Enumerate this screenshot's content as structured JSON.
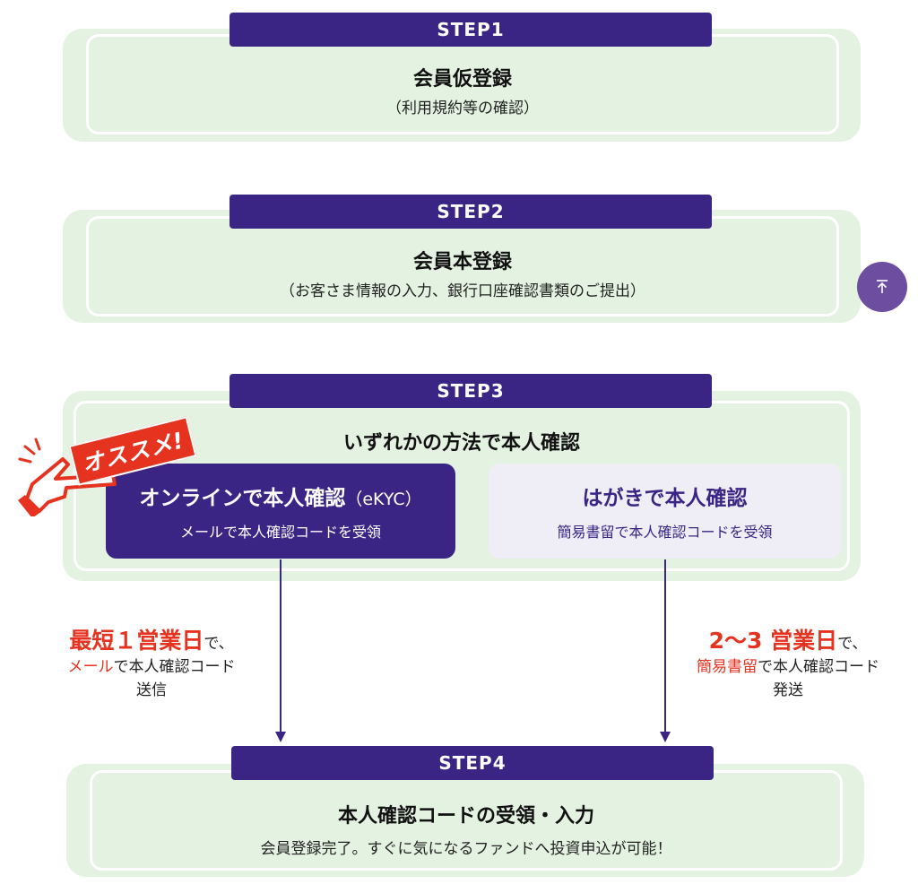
{
  "step1": {
    "label": "STEP1",
    "title": "会員仮登録",
    "subtitle": "（利用規約等の確認）"
  },
  "step2": {
    "label": "STEP2",
    "title": "会員本登録",
    "subtitle": "（お客さま情報の入力、銀行口座確認書類のご提出）"
  },
  "step3": {
    "label": "STEP3",
    "title": "いずれかの方法で本人確認",
    "badge": "オススメ!",
    "online": {
      "title": "オンラインで本人確認",
      "title_suffix": "（eKYC）",
      "subtitle": "メールで本人確認コードを受領"
    },
    "postcard": {
      "title": "はがきで本人確認",
      "subtitle": "簡易書留で本人確認コードを受領"
    }
  },
  "note_left": {
    "highlight": "最短１営業日",
    "suffix1": "で、",
    "red": "メール",
    "suffix2": "で本人確認コード",
    "line3": "送信"
  },
  "note_right": {
    "highlight": "2〜3 営業日",
    "suffix1": "で、",
    "red": "簡易書留",
    "suffix2": "で本人確認コード",
    "line3": "発送"
  },
  "step4": {
    "label": "STEP4",
    "title": "本人確認コードの受領・入力",
    "subtitle": "会員登録完了。すぐに気になるファンドへ投資申込が可能！"
  },
  "colors": {
    "accent": "#3b2584",
    "panel": "#e4f3e1",
    "highlight": "#e53320",
    "scroll_button": "#6d4da0"
  },
  "icons": {
    "scroll_top": "arrow-up-icon",
    "badge": "pointing-hand-icon"
  }
}
